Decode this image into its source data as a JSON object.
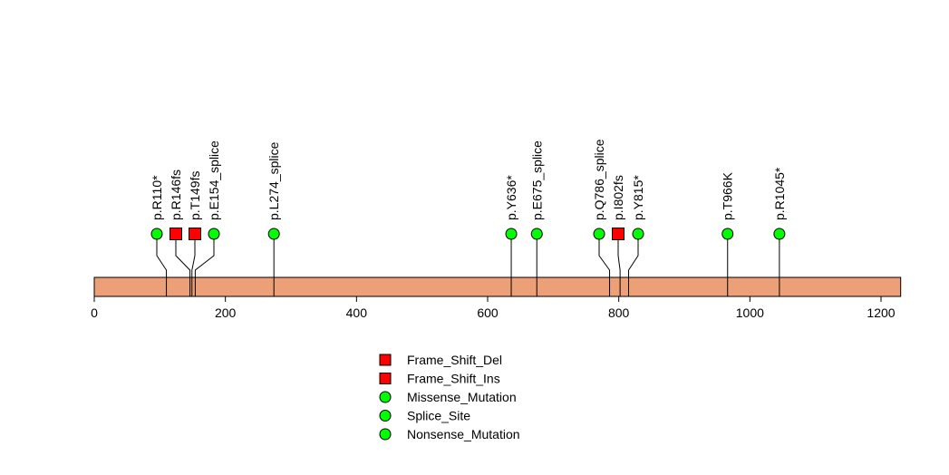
{
  "chart_data": {
    "type": "lollipop",
    "title": "",
    "xlabel": "",
    "ylabel": "",
    "xlim": [
      0,
      1230
    ],
    "protein_length": 1230,
    "x_ticks": [
      0,
      200,
      400,
      600,
      800,
      1000,
      1200
    ],
    "bar_color": "#EDA077",
    "mutations": [
      {
        "label": "p.R110*",
        "position": 110,
        "type": "Nonsense_Mutation"
      },
      {
        "label": "p.R146fs",
        "position": 146,
        "type": "Frame_Shift_Del"
      },
      {
        "label": "p.T149fs",
        "position": 149,
        "type": "Frame_Shift_Del"
      },
      {
        "label": "p.E154_splice",
        "position": 154,
        "type": "Splice_Site"
      },
      {
        "label": "p.L274_splice",
        "position": 274,
        "type": "Splice_Site"
      },
      {
        "label": "p.Y636*",
        "position": 636,
        "type": "Nonsense_Mutation"
      },
      {
        "label": "p.E675_splice",
        "position": 675,
        "type": "Splice_Site"
      },
      {
        "label": "p.Q786_splice",
        "position": 786,
        "type": "Splice_Site"
      },
      {
        "label": "p.I802fs",
        "position": 802,
        "type": "Frame_Shift_Del"
      },
      {
        "label": "p.Y815*",
        "position": 815,
        "type": "Nonsense_Mutation"
      },
      {
        "label": "p.T966K",
        "position": 966,
        "type": "Missense_Mutation"
      },
      {
        "label": "p.R1045*",
        "position": 1045,
        "type": "Nonsense_Mutation"
      }
    ],
    "legend": [
      {
        "label": "Frame_Shift_Del",
        "shape": "square",
        "color": "#FF0000"
      },
      {
        "label": "Frame_Shift_Ins",
        "shape": "square",
        "color": "#FF0000"
      },
      {
        "label": "Missense_Mutation",
        "shape": "circle",
        "color": "#00FF00"
      },
      {
        "label": "Splice_Site",
        "shape": "circle",
        "color": "#00FF00"
      },
      {
        "label": "Nonsense_Mutation",
        "shape": "circle",
        "color": "#00FF00"
      }
    ],
    "legend_position": "bottom-center"
  }
}
